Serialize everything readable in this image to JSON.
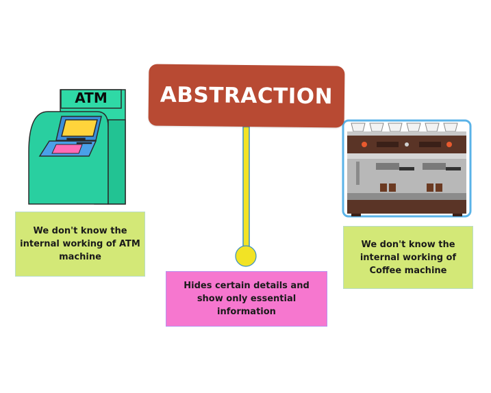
{
  "title": "ABSTRACTION",
  "atm": {
    "label": "ATM",
    "caption": "We don't know the internal working of ATM machine"
  },
  "coffee": {
    "caption": "We don't know the internal working of Coffee machine"
  },
  "center_note": "Hides certain details and show only essential information",
  "colors": {
    "title_bg": "#b84a33",
    "green_note": "#d3e877",
    "pink_note": "#f677cf",
    "connector": "#f2e325",
    "atm_body": "#2fd9a6"
  }
}
